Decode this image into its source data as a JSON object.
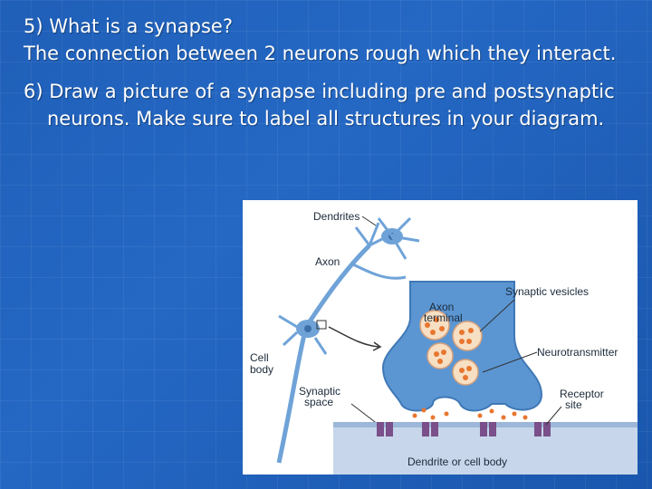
{
  "slide": {
    "q5_line1": "5) What is a synapse?",
    "q5_line2": "The connection between 2 neurons rough which they interact.",
    "q6": "6) Draw a picture of a synapse including pre and postsynaptic neurons. Make sure to label all structures in your diagram."
  },
  "diagram_labels": {
    "dendrites": "Dendrites",
    "axon": "Axon",
    "cell_body_1": "Cell",
    "cell_body_2": "body",
    "synaptic_space_1": "Synaptic",
    "synaptic_space_2": "space",
    "axon_terminal_1": "Axon",
    "axon_terminal_2": "terminal",
    "synaptic_vesicles": "Synaptic vesicles",
    "neurotransmitter": "Neurotransmitter",
    "receptor_site_1": "Receptor",
    "receptor_site_2": "site",
    "dendrite_or_cell_body": "Dendrite or cell body"
  },
  "colors": {
    "background": "#1f5fb8",
    "text": "#ffffff",
    "neuron_blue": "#6fa3d8",
    "terminal_blue": "#5b96d3",
    "vesicle": "#f7dfc4",
    "neurotransmitter": "#e8762f"
  }
}
